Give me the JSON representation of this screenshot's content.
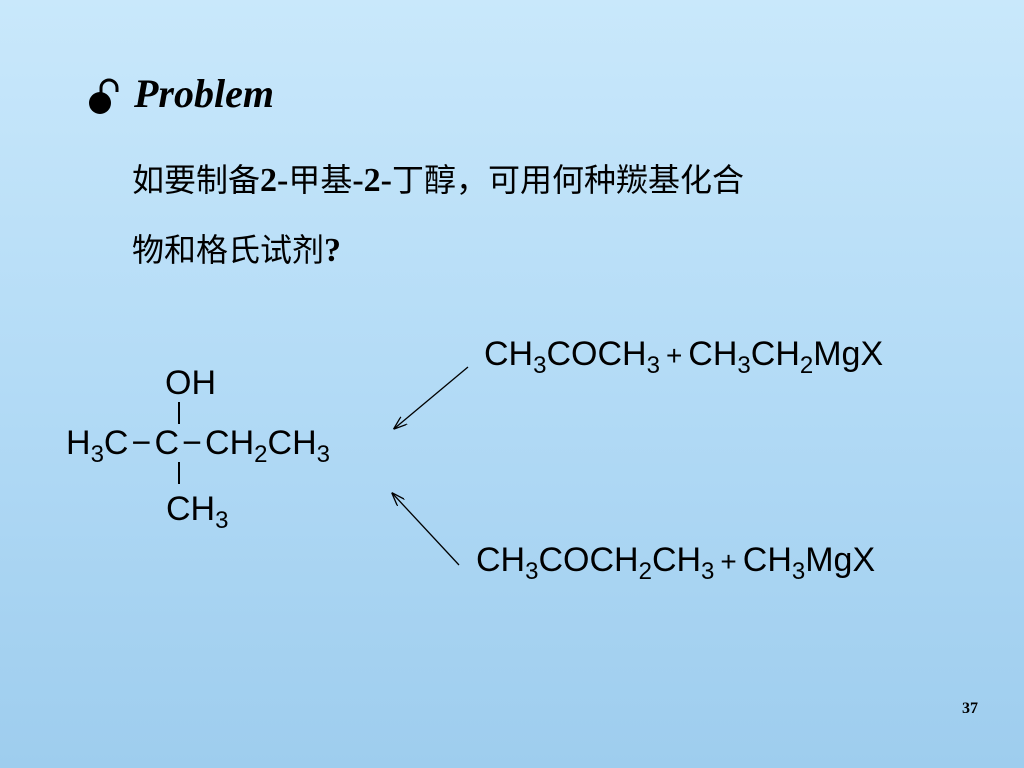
{
  "slide": {
    "title": "Problem",
    "question_line1": {
      "p1": "如要制备",
      "p2": "2-",
      "p3": "甲基",
      "p4": "-2-",
      "p5": "丁醇，可用何种羰基化合"
    },
    "question_line2": {
      "p1": "物和格氏试剂",
      "p2": "?"
    },
    "page_number": "37"
  },
  "product": {
    "oh": "OH",
    "left": {
      "t1": "H",
      "s1": "3",
      "t2": "C"
    },
    "center": "C",
    "bond": "−",
    "right": {
      "t1": "CH",
      "s1": "2",
      "t2": "CH",
      "s2": "3"
    },
    "bottom": {
      "t1": "CH",
      "s1": "3"
    }
  },
  "route1": {
    "ketone": {
      "t1": "CH",
      "s1": "3",
      "t2": "COCH",
      "s2": "3"
    },
    "plus": "+",
    "grignard": {
      "t1": "CH",
      "s1": "3",
      "t2": "CH",
      "s2": "2",
      "t3": "MgX"
    }
  },
  "route2": {
    "ketone": {
      "t1": "CH",
      "s1": "3",
      "t2": "COCH",
      "s2": "2",
      "t3": "CH",
      "s3": "3"
    },
    "plus": "+",
    "grignard": {
      "t1": "CH",
      "s1": "3",
      "t2": "MgX"
    }
  },
  "colors": {
    "bg_top": "#c9e8fb",
    "bg_bottom": "#9ecdee",
    "text": "#000000"
  }
}
